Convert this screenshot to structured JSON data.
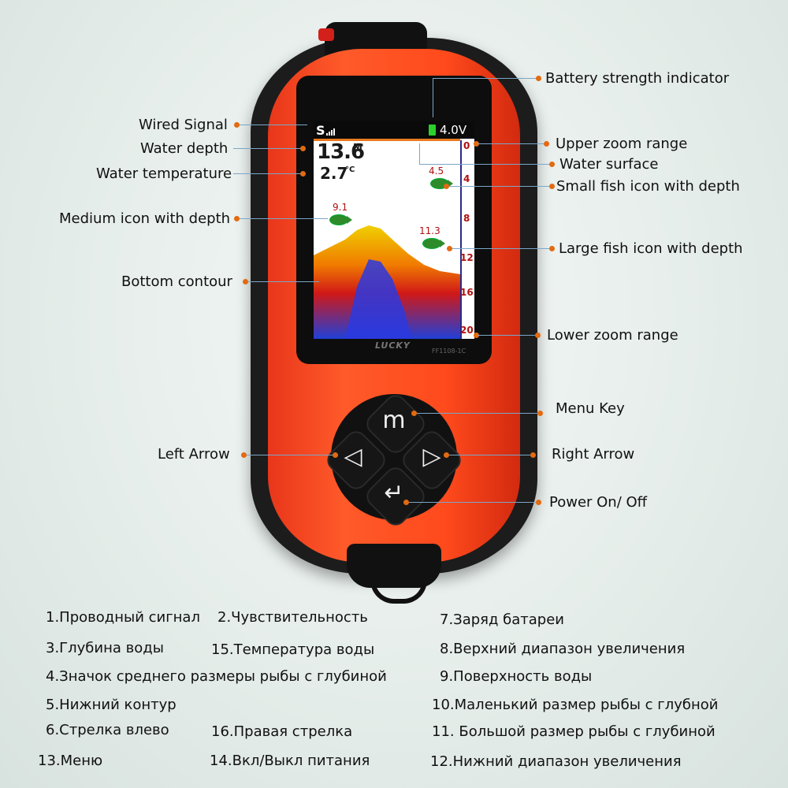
{
  "device": {
    "brand": "LUCKY",
    "model": "FF1108-1C",
    "screen": {
      "signal": "S",
      "battery": "4.0V",
      "depth_value": "13.6",
      "depth_unit": "M",
      "temp_value": "2.7",
      "temp_unit": "°C",
      "fish": [
        {
          "label": "4.5"
        },
        {
          "label": "9.1"
        },
        {
          "label": "11.3"
        }
      ],
      "scale_ticks": [
        "0",
        "4",
        "8",
        "12",
        "16",
        "20"
      ]
    },
    "keys": {
      "menu_glyph": "m",
      "left_glyph": "◁",
      "right_glyph": "▷",
      "power_glyph": "↵"
    }
  },
  "callouts": {
    "battery_strength": "Battery strength indicator",
    "wired_signal": "Wired Signal",
    "water_depth": "Water depth",
    "water_temperature": "Water temperature",
    "upper_zoom": "Upper zoom range",
    "water_surface": "Water surface",
    "small_fish": "Small fish icon with depth",
    "medium_fish": "Medium icon with depth",
    "large_fish": "Large fish icon with depth",
    "bottom_contour": "Bottom contour",
    "lower_zoom": "Lower zoom range",
    "menu_key": "Menu Key",
    "left_arrow": "Left Arrow",
    "right_arrow": "Right Arrow",
    "power": "Power On/ Off"
  },
  "legend": {
    "r1c1": "1.Проводный сигнал",
    "r1c2": "2.Чувствительность",
    "r1c3": "7.Заряд батареи",
    "r2c1": "3.Глубина воды",
    "r2c2": "15.Температура воды",
    "r2c3": "8.Верхний диапазон увеличения",
    "r3c1": "4.Значок среднего размеры рыбы с глубиной",
    "r3c3": "9.Поверхность воды",
    "r4c1": "5.Нижний контур",
    "r4c3": "10.Маленький размер рыбы с глубной",
    "r5c1": "6.Стрелка влево",
    "r5c2": "16.Правая стрелка",
    "r5c3": "11. Большой размер рыбы с глубиной",
    "r6c1": "13.Меню",
    "r6c2": "14.Вкл/Выкл питания",
    "r6c3": "12.Нижний диапазон увеличения"
  },
  "colors": {
    "accent_orange": "#e36a10",
    "device_red": "#ff4a1c",
    "leader_line": "#7ba6c8"
  }
}
